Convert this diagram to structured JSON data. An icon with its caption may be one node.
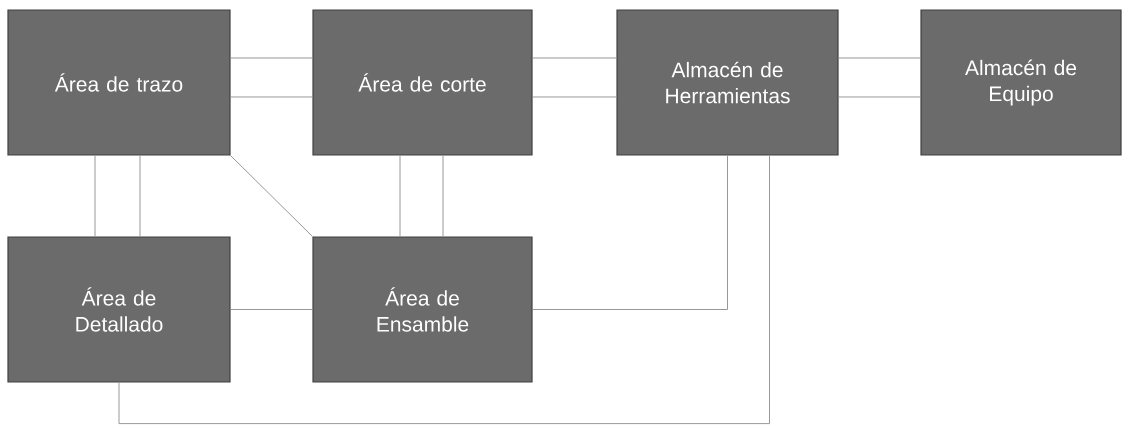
{
  "diagram": {
    "nodes": [
      {
        "text": [
          "Área de trazo"
        ]
      },
      {
        "text": [
          "Área de corte"
        ]
      },
      {
        "text": [
          "Almacén de Herramientas"
        ]
      },
      {
        "text": [
          "Almacén de Equipo"
        ]
      },
      {
        "text": [
          "Área de Detallado"
        ]
      },
      {
        "text": [
          "Área de Ensamble"
        ]
      }
    ],
    "edges": [
      {
        "from": 0,
        "to": 1,
        "arrow": "none"
      },
      {
        "from": 0,
        "to": 1,
        "arrow": "none"
      },
      {
        "from": 1,
        "to": 2,
        "arrow": "none"
      },
      {
        "from": 1,
        "to": 2,
        "arrow": "none"
      },
      {
        "from": 2,
        "to": 3,
        "arrow": "none"
      },
      {
        "from": 2,
        "to": 3,
        "arrow": "none"
      },
      {
        "from": 0,
        "to": 4,
        "arrow": "none"
      },
      {
        "from": 0,
        "to": 4,
        "arrow": "none"
      },
      {
        "from": 0,
        "to": 5,
        "arrow": "none"
      },
      {
        "from": 1,
        "to": 5,
        "arrow": "none"
      },
      {
        "from": 1,
        "to": 5,
        "arrow": "none"
      },
      {
        "from": 4,
        "to": 5,
        "arrow": "none"
      },
      {
        "from": 5,
        "to": 2,
        "arrow": "none"
      },
      {
        "from": 4,
        "to": 2,
        "arrow": "none"
      }
    ]
  }
}
